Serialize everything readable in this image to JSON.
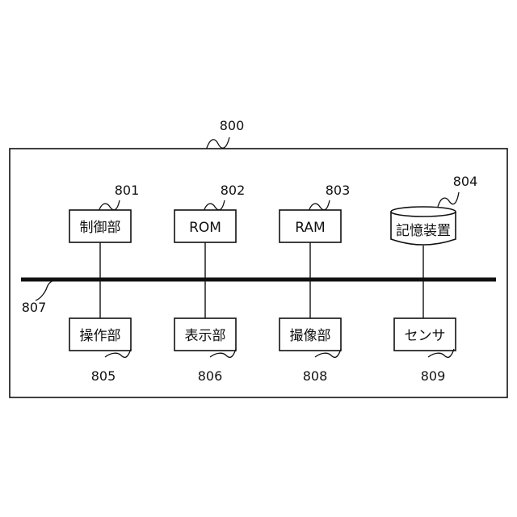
{
  "system": {
    "ref": "800"
  },
  "bus": {
    "ref": "807"
  },
  "components": {
    "control": {
      "ref": "801",
      "label": "制御部"
    },
    "rom": {
      "ref": "802",
      "label": "ROM"
    },
    "ram": {
      "ref": "803",
      "label": "RAM"
    },
    "storage": {
      "ref": "804",
      "label": "記憶装置"
    },
    "operation": {
      "ref": "805",
      "label": "操作部"
    },
    "display": {
      "ref": "806",
      "label": "表示部"
    },
    "imaging": {
      "ref": "808",
      "label": "撮像部"
    },
    "sensor": {
      "ref": "809",
      "label": "センサ"
    }
  }
}
